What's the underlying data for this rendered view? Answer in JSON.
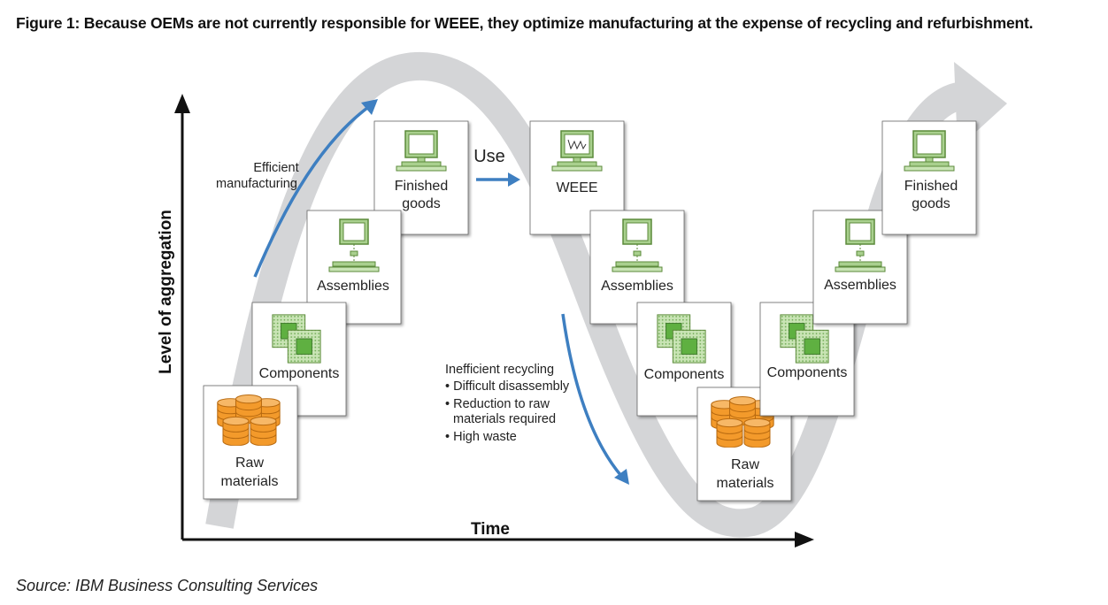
{
  "title": "Figure 1: Because OEMs are not currently responsible for WEEE, they optimize manufacturing at the expense of recycling and refurbishment.",
  "source": "Source: IBM Business Consulting Services",
  "axes": {
    "y_label": "Level of aggregation",
    "x_label": "Time"
  },
  "annotations": {
    "efficient_line1": "Efficient",
    "efficient_line2": "manufacturing",
    "use": "Use",
    "inefficient_title": "Inefficient recycling",
    "bullet1": "• Difficult disassembly",
    "bullet2a": "• Reduction to raw",
    "bullet2b": "materials required",
    "bullet3": "• High waste"
  },
  "boxes": {
    "raw1": {
      "line1": "Raw",
      "line2": "materials"
    },
    "comp1": {
      "line1": "Components"
    },
    "asm1": {
      "line1": "Assemblies"
    },
    "fin1": {
      "line1": "Finished",
      "line2": "goods"
    },
    "weee": {
      "line1": "WEEE"
    },
    "asm2": {
      "line1": "Assemblies"
    },
    "comp2": {
      "line1": "Components"
    },
    "raw2": {
      "line1": "Raw",
      "line2": "materials"
    },
    "comp3": {
      "line1": "Components"
    },
    "asm3": {
      "line1": "Assemblies"
    },
    "fin2": {
      "line1": "Finished",
      "line2": "goods"
    }
  },
  "colors": {
    "curve": "#d4d5d7",
    "blue_arrow": "#3e7fc1",
    "monitor": "#a9d08e",
    "chip_green": "#5fb041",
    "barrel_orange": "#f39a2b"
  },
  "icons": {
    "monitor": "monitor-icon",
    "chip": "chip-icon",
    "barrels": "barrels-icon"
  }
}
